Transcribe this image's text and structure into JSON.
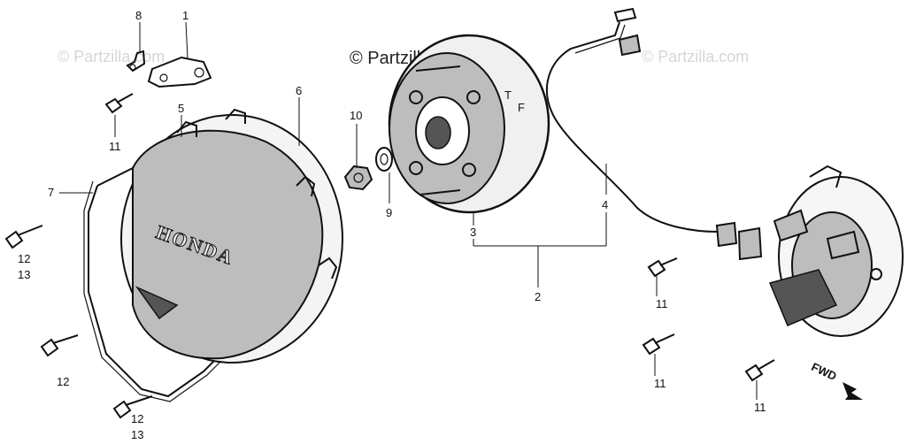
{
  "watermarks": {
    "main": "© Partzilla.com",
    "faint": "© Partzilla.com"
  },
  "cover_lettering": "HONDA",
  "direction_label": "FWD",
  "callouts": {
    "c1": "1",
    "c2": "2",
    "c3": "3",
    "c4": "4",
    "c5": "5",
    "c6": "6",
    "c7": "7",
    "c8": "8",
    "c9": "9",
    "c10": "10",
    "c11a": "11",
    "c11b": "11",
    "c11c": "11",
    "c11d": "11",
    "c12a": "12",
    "c13a": "13",
    "c12b": "12",
    "c12c": "12",
    "c13c": "13"
  },
  "flywheel_marks": {
    "t": "T",
    "f": "F"
  },
  "colors": {
    "line": "#111111",
    "shade": "#bdbdbd",
    "watermark": "#d6d6d6"
  }
}
